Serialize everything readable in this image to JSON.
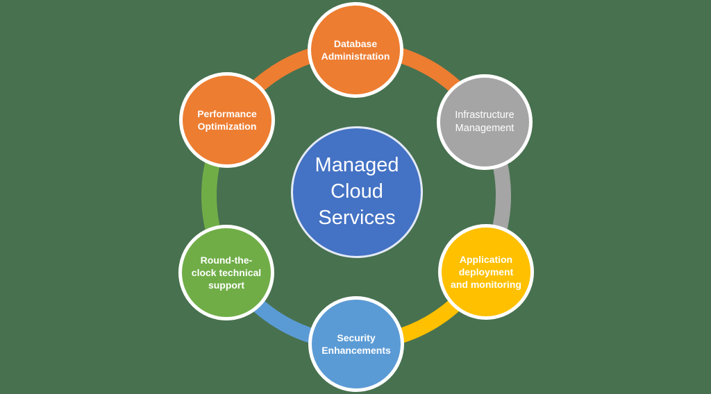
{
  "title": "Managed Cloud Services",
  "background_color": "#48714F",
  "text_color": "#FFFFFF",
  "center": {
    "label": "Managed\nCloud\nServices",
    "color": "#4472C4"
  },
  "nodes": [
    {
      "id": "database-administration",
      "label": "Database\nAdministration",
      "color": "#ED7D31",
      "position": "top"
    },
    {
      "id": "infrastructure-management",
      "label": "Infrastructure\nManagement",
      "color": "#A5A5A5",
      "position": "top-right"
    },
    {
      "id": "application-deployment-and-monitoring",
      "label": "Application\ndeployment\nand monitoring",
      "color": "#FFC000",
      "position": "bottom-right"
    },
    {
      "id": "security-enhancements",
      "label": "Security\nEnhancements",
      "color": "#5B9BD5",
      "position": "bottom"
    },
    {
      "id": "round-the-clock-technical-support",
      "label": "Round-the-\nclock technical\nsupport",
      "color": "#70AD47",
      "position": "bottom-left"
    },
    {
      "id": "performance-optimization",
      "label": "Performance\nOptimization",
      "color": "#ED7D31",
      "position": "top-left"
    }
  ],
  "ring_segments": [
    {
      "from": "database-administration",
      "to": "infrastructure-management",
      "color": "#ED7D31"
    },
    {
      "from": "infrastructure-management",
      "to": "application-deployment-and-monitoring",
      "color": "#A5A5A5"
    },
    {
      "from": "application-deployment-and-monitoring",
      "to": "security-enhancements",
      "color": "#FFC000"
    },
    {
      "from": "security-enhancements",
      "to": "round-the-clock-technical-support",
      "color": "#5B9BD5"
    },
    {
      "from": "round-the-clock-technical-support",
      "to": "performance-optimization",
      "color": "#70AD47"
    },
    {
      "from": "performance-optimization",
      "to": "database-administration",
      "color": "#ED7D31"
    }
  ]
}
